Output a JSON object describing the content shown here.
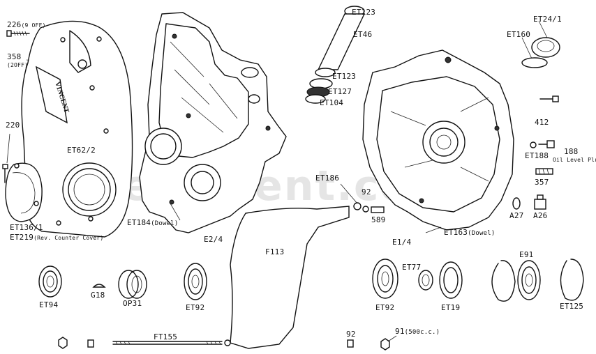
{
  "watermark": "thevincent.com",
  "labels": {
    "p226": "226",
    "p226_note": "(9 OFF)",
    "p358": "358",
    "p358_note": "(2OFF)",
    "p220": "220",
    "et62_2": "ET62/2",
    "et136_1": "ET136/1",
    "et219": "ET219",
    "et219_note": "(Rev. Counter Cover)",
    "et184": "ET184",
    "et184_note": "(Dowel)",
    "e2_4": "E2/4",
    "f113": "F113",
    "et123_top": "ET123",
    "et46": "ET46",
    "et123_mid": "ET123",
    "et127": "ET127",
    "et104": "ET104",
    "et186": "ET186",
    "p92_mid": "92",
    "p589": "589",
    "e1_4": "E1/4",
    "et163": "ET163",
    "et163_note": "(Dowel)",
    "et24_1": "ET24/1",
    "et160": "ET160",
    "p412": "412",
    "et188": "ET188",
    "p188": "188",
    "p188_note": "Oil Level Plug",
    "p357": "357",
    "a27": "A27",
    "a26": "A26",
    "et94": "ET94",
    "g18": "G18",
    "op31": "OP31",
    "et92_left": "ET92",
    "et92_right": "ET92",
    "et77": "ET77",
    "et19": "ET19",
    "e91": "E91",
    "et125": "ET125",
    "ft155": "FT155",
    "p92_bottom": "92",
    "p91": "91",
    "p91_note": "(500c.c.)"
  }
}
